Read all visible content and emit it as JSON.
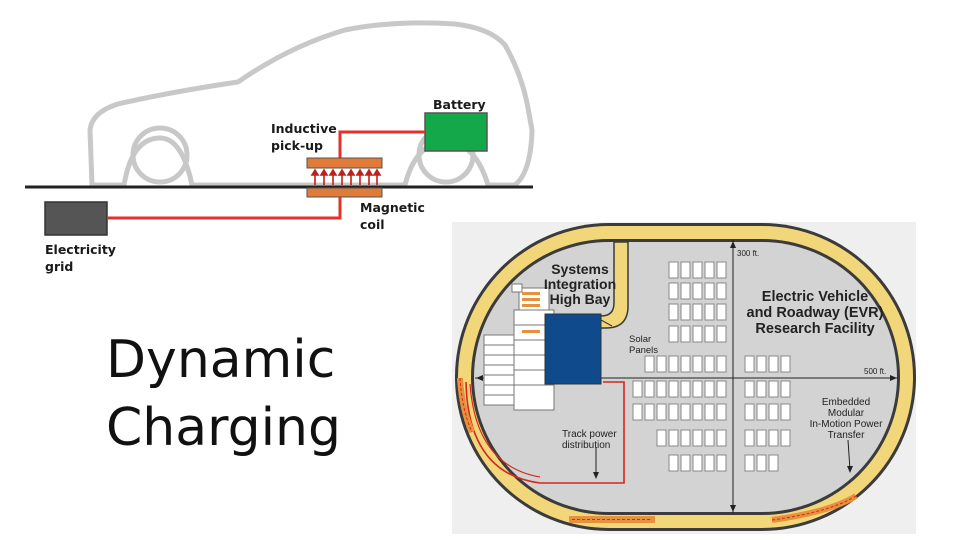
{
  "slide": {
    "title_line1": "Dynamic",
    "title_line2": "Charging"
  },
  "car_diagram": {
    "battery_label": "Battery",
    "pickup_label_line1": "Inductive",
    "pickup_label_line2": "pick-up",
    "coil_label_line1": "Magnetic",
    "coil_label_line2": "coil",
    "grid_label_line1": "Electricity",
    "grid_label_line2": "grid",
    "colors": {
      "battery": "#13a84a",
      "grid_box": "#555555",
      "wire": "#e2322b",
      "coil": "#e07b39",
      "field_arrow": "#c0201a",
      "car_outline": "#c8c8c8"
    }
  },
  "facility_map": {
    "heading_line1": "Systems",
    "heading_line2": "Integration",
    "heading_line3": "High Bay",
    "facility_line1": "Electric Vehicle",
    "facility_line2": "and Roadway (EVR)",
    "facility_line3": "Research Facility",
    "solar_line1": "Solar",
    "solar_line2": "Panels",
    "dim_300": "300 ft.",
    "dim_500": "500 ft.",
    "track_line1": "Track power",
    "track_line2": "distribution",
    "embedded_line1": "Embedded",
    "embedded_line2": "Modular",
    "embedded_line3": "In-Motion Power",
    "embedded_line4": "Transfer",
    "colors": {
      "track": "#f2d77a",
      "infield": "#d3d3d3",
      "building": "#0e4a8c",
      "charging_segment": "#e8913c",
      "power_line": "#d7261e"
    }
  }
}
